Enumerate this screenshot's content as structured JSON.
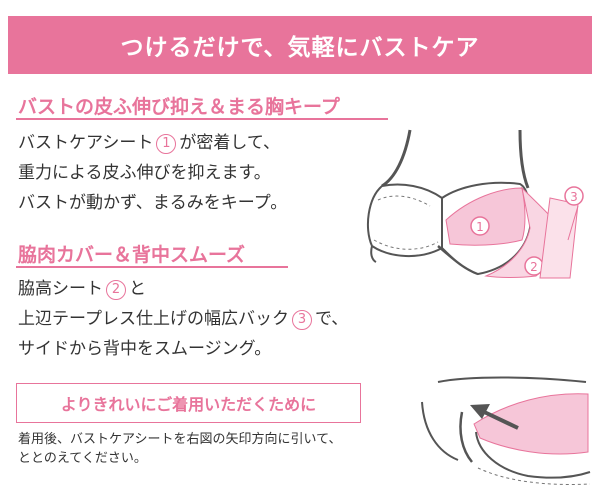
{
  "banner": {
    "title": "つけるだけで、気軽にバストケア"
  },
  "section1": {
    "heading": "バストの皮ふ伸び抑え＆まる胸キープ",
    "line1_a": "バストケアシート",
    "line1_num": "1",
    "line1_b": "が密着して、",
    "line2": "重力による皮ふ伸びを抑えます。",
    "line3": "バストが動かず、まるみをキープ。"
  },
  "section2": {
    "heading": "脇肉カバー＆背中スムーズ",
    "line1_a": "脇高シート",
    "line1_num": "2",
    "line1_b": "と",
    "line2_a": "上辺テープレス仕上げの幅広バック",
    "line2_num": "3",
    "line2_b": "で、",
    "line3": "サイドから背中をスムージング。"
  },
  "tip": {
    "title": "よりきれいにご着用いただくために",
    "note_line1": "着用後、バストケアシートを右図の矢印方向に引いて、",
    "note_line2": "ととのえてください。"
  },
  "diagram": {
    "label1": "1",
    "label2": "2",
    "label3": "3"
  },
  "colors": {
    "accent": "#e8749b",
    "pink_fill": "#f6c6d8",
    "light_pink": "#fbe1ea",
    "text": "#333333",
    "outline": "#555555"
  }
}
